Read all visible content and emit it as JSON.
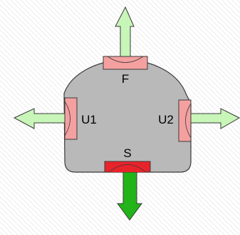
{
  "labels": {
    "front": "F",
    "side_left": "U1",
    "side_right": "U2",
    "rear": "S"
  },
  "colors": {
    "background_hatch": "#e4e4e4",
    "body_fill": "#b9b9b9",
    "body_stroke": "#3a3a3a",
    "sensor_fill": "#f4a0a0",
    "sensor_active_fill": "#e8232a",
    "arrow_fill": "#c8f5b8",
    "arrow_active_fill": "#22b419",
    "arrow_stroke": "#3a3a3a"
  }
}
